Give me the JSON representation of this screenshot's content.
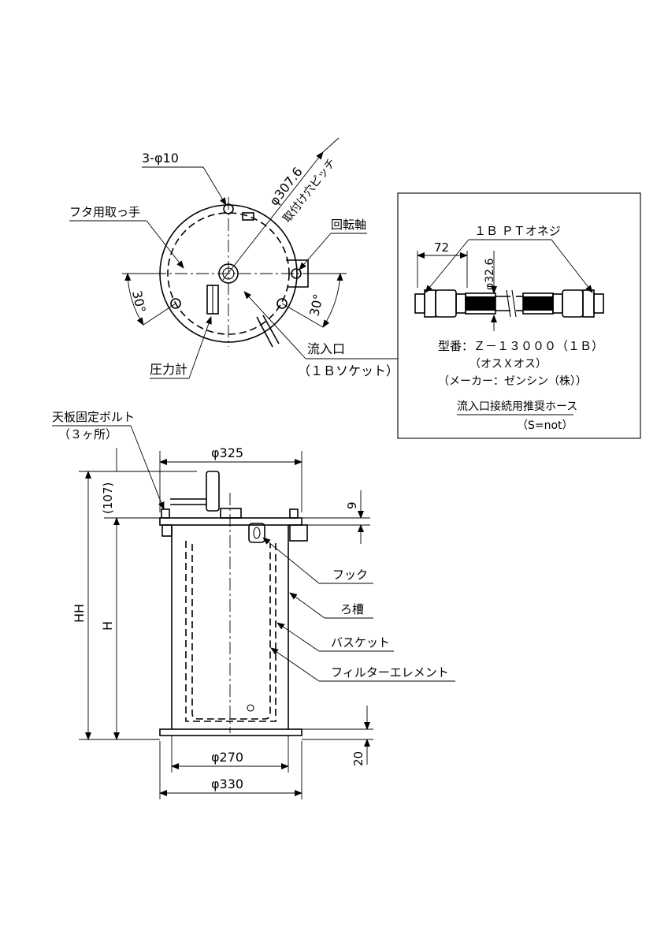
{
  "top_view": {
    "hole_spec": "3-φ10",
    "pitch_dia": "φ307.6",
    "pitch_label": "取付け穴ピッチ",
    "lid_handle": "フタ用取っ手",
    "pivot": "回転軸",
    "angle_left": "30°",
    "angle_right": "30°",
    "pressure_gauge": "圧力計",
    "inlet": "流入口",
    "inlet_socket": "（１Ｂソケット）"
  },
  "hose_box": {
    "thread": "１Ｂ ＰＴオネジ",
    "len": "72",
    "dia": "φ32.6",
    "model": "型番：Ｚ－１３０００（１Ｂ）",
    "ends": "（オスＸオス）",
    "maker": "（メーカー：ゼンシン（株））",
    "title": "流入口接続用推奨ホース",
    "note": "（S=not）"
  },
  "side_view": {
    "top_bolt": "天板固定ボルト",
    "top_bolt_qty": "（３ヶ所）",
    "dia_top": "φ325",
    "height_107": "(107)",
    "dim_9": "9",
    "hh": "HH",
    "h": "H",
    "hook": "フック",
    "tank": "ろ槽",
    "basket": "バスケット",
    "filter": "フィルターエレメント",
    "dim_20": "20",
    "dia_270": "φ270",
    "dia_330": "φ330"
  }
}
